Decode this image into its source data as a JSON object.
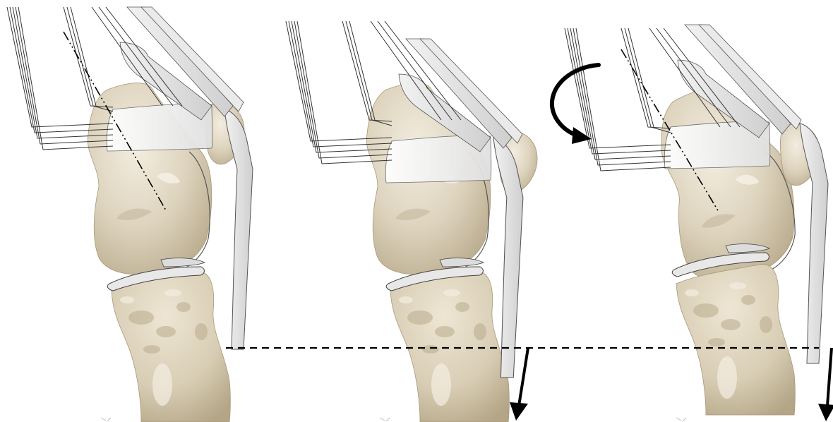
{
  "figure": {
    "panels": [
      {
        "id": "neutral",
        "has_rotation_arrow": false,
        "has_pull_arrow": false
      },
      {
        "id": "tendon-pulled",
        "has_rotation_arrow": false,
        "has_pull_arrow": true
      },
      {
        "id": "tilted",
        "has_rotation_arrow": true,
        "has_pull_arrow": true
      }
    ],
    "reference_line": {
      "style": "dashed"
    },
    "colors": {
      "bone": "#ddd3bd",
      "bone_shade": "#c4b79c",
      "bone_dark": "#a8987a",
      "tendon": "#e4e4e4",
      "tendon_edge": "#555555",
      "fibers": "#333333",
      "arrow": "#000000",
      "background": "#ffffff"
    },
    "icons": [
      "curved-rotation-arrow-icon",
      "downward-pull-arrow-icon"
    ]
  }
}
